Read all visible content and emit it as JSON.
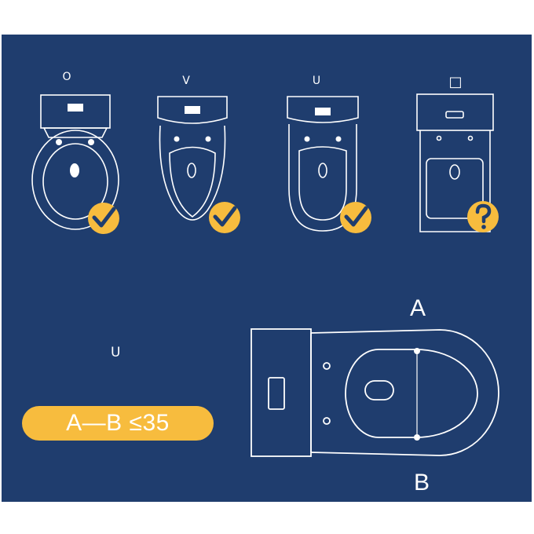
{
  "shapes": [
    {
      "label": "O",
      "status": "check-icon"
    },
    {
      "label": "V",
      "status": "check-icon"
    },
    {
      "label": "U",
      "status": "check-icon"
    },
    {
      "label": "",
      "status": "question-icon"
    }
  ],
  "square_shape_symbol": "□",
  "measure": {
    "shape_label": "U",
    "point_a": "A",
    "point_b": "B",
    "formula": "A—B ≤35"
  },
  "colors": {
    "background": "#1f3d6e",
    "accent": "#f7bc3e",
    "line": "#ffffff"
  }
}
